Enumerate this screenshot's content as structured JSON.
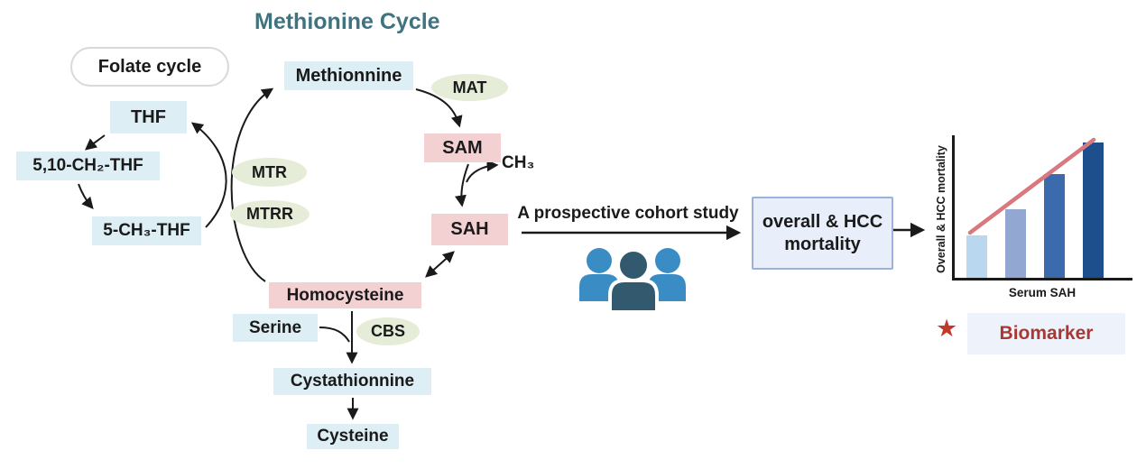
{
  "title": "Methionine Cycle",
  "folate": {
    "label": "Folate cycle"
  },
  "nodes": {
    "thf": "THF",
    "ch2thf": "5,10-CH₂-THF",
    "ch3thf": "5-CH₃-THF",
    "methionine": "Methionnine",
    "sam": "SAM",
    "sah": "SAH",
    "homocysteine": "Homocysteine",
    "serine": "Serine",
    "cystathionine": "Cystathionnine",
    "cysteine": "Cysteine",
    "ch3": "CH₃"
  },
  "enzymes": {
    "mat": "MAT",
    "mtr": "MTR",
    "mtrr": "MTRR",
    "cbs": "CBS"
  },
  "study": {
    "arrow_label": "A prospective cohort study",
    "outcome_label": "overall & HCC mortality"
  },
  "biomarker": {
    "star": "★",
    "label": "Biomarker"
  },
  "colors": {
    "title_teal": "#3e737f",
    "metabolite_blue": "#ddeef4",
    "metabolite_pink": "#f3d1d3",
    "enzyme_green": "#e5ecd8",
    "outcome_fill": "#e9eefb",
    "outcome_border": "#9db1d9",
    "people_blue": "#3a8cc4",
    "people_dark": "#33596e",
    "biomarker_red": "#a93832",
    "star_red": "#c0392b"
  },
  "chart_data": {
    "type": "bar",
    "title": "",
    "xlabel": "Serum SAH",
    "ylabel": "Overall & HCC mortality",
    "categories": [
      "",
      "",
      "",
      ""
    ],
    "values_relative": [
      0.3,
      0.48,
      0.73,
      0.95
    ],
    "bar_colors": [
      "#b9d8f0",
      "#92a8d3",
      "#3c6bad",
      "#1d4f8c"
    ],
    "trend_line": {
      "color": "#d9797f",
      "direction": "increasing"
    },
    "axis_tick_labels_shown": false,
    "legend": "none",
    "grid": "off"
  }
}
